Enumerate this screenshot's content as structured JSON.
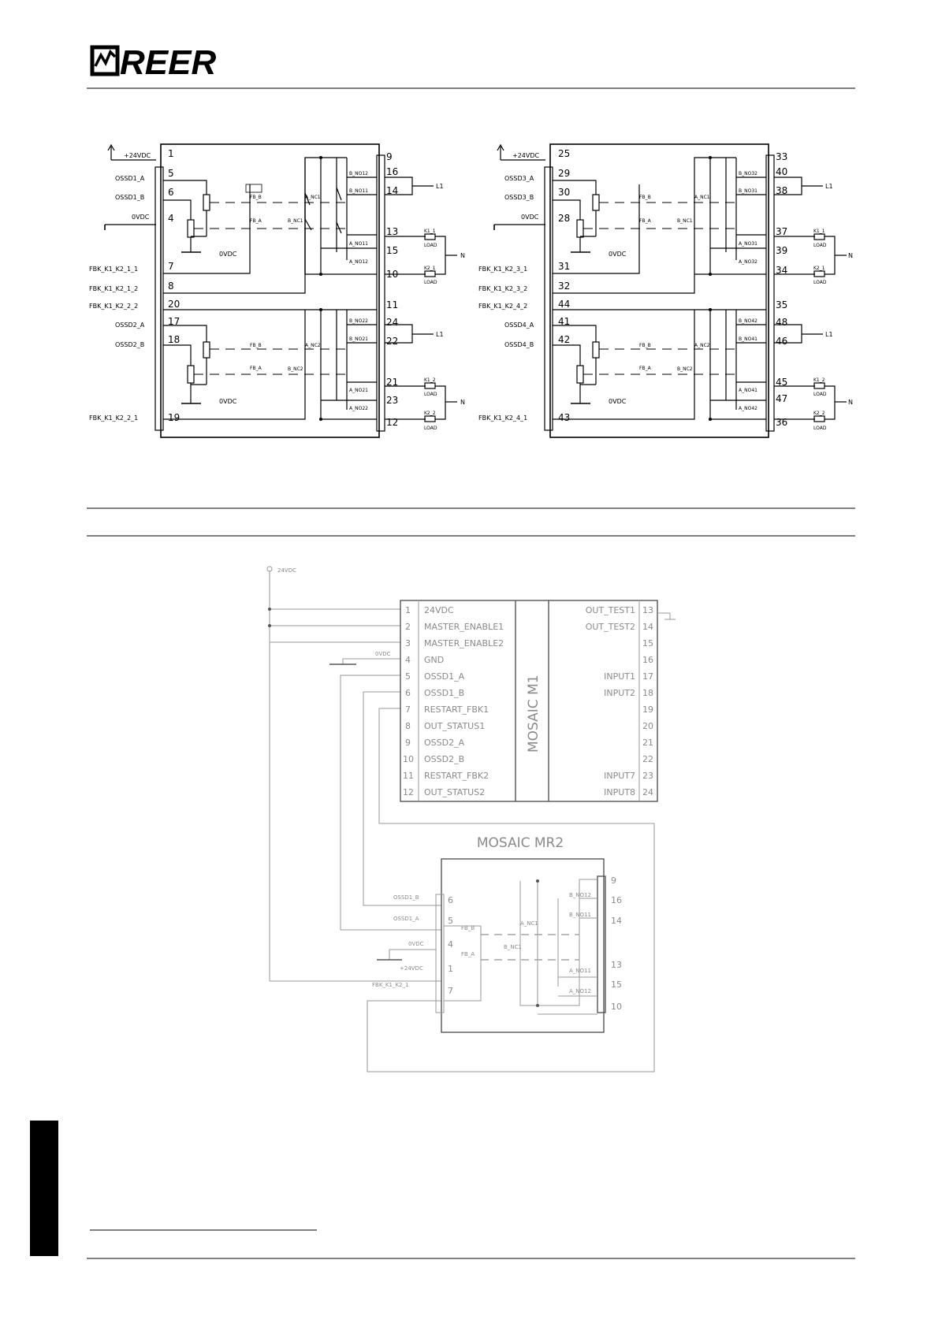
{
  "header": {
    "brand": "REER"
  },
  "diagram_left": {
    "supply": "+24VDC",
    "ground": "0VDC",
    "inputs": [
      {
        "label": "OSSD1_A",
        "pin": "5"
      },
      {
        "label": "OSSD1_B",
        "pin": "6"
      },
      {
        "label": "0VDC",
        "pin": "4"
      },
      {
        "label": "FBK_K1_K2_1_1",
        "pin": "7"
      },
      {
        "label": "FBK_K1_K2_1_2",
        "pin": "8"
      },
      {
        "label": "FBK_K1_K2_2_2",
        "pin": "20"
      },
      {
        "label": "OSSD2_A",
        "pin": "17"
      },
      {
        "label": "OSSD2_B",
        "pin": "18"
      },
      {
        "label": "FBK_K1_K2_2_1",
        "pin": "19"
      }
    ],
    "pin_supply": "1",
    "internal": {
      "fb_b": "FB_B",
      "fb_a": "FB_A",
      "a_nc1": "A_NC1",
      "b_nc1": "B_NC1",
      "a_nc2": "A_NC2",
      "b_nc2": "B_NC2",
      "b_no12": "B_NO12",
      "b_no11": "B_NO11",
      "a_no11": "A_NO11",
      "a_no12": "A_NO12",
      "b_no22": "B_NO22",
      "b_no21": "B_NO21",
      "a_no21": "A_NO21",
      "a_no22": "A_NO22",
      "ovdc": "0VDC"
    },
    "outputs": [
      "9",
      "16",
      "14",
      "13",
      "15",
      "10",
      "11",
      "24",
      "22",
      "21",
      "23",
      "12"
    ],
    "loads": {
      "l1": "L1",
      "n": "N",
      "k1_1": "K1_1",
      "k2_1": "K2_1",
      "k1_2": "K1_2",
      "k2_2": "K2_2",
      "load": "LOAD"
    }
  },
  "diagram_right": {
    "supply": "+24VDC",
    "ground": "0VDC",
    "inputs": [
      {
        "label": "OSSD3_A",
        "pin": "29"
      },
      {
        "label": "OSSD3_B",
        "pin": "30"
      },
      {
        "label": "0VDC",
        "pin": "28"
      },
      {
        "label": "FBK_K1_K2_3_1",
        "pin": "31"
      },
      {
        "label": "FBK_K1_K2_3_2",
        "pin": "32"
      },
      {
        "label": "FBK_K1_K2_4_2",
        "pin": "44"
      },
      {
        "label": "OSSD4_A",
        "pin": "41"
      },
      {
        "label": "OSSD4_B",
        "pin": "42"
      },
      {
        "label": "FBK_K1_K2_4_1",
        "pin": "43"
      }
    ],
    "pin_supply": "25",
    "internal": {
      "fb_b": "FB_B",
      "fb_a": "FB_A",
      "a_nc1": "A_NC1",
      "b_nc1": "B_NC1",
      "a_nc2": "A_NC2",
      "b_nc2": "B_NC2",
      "b_no12": "B_NO32",
      "b_no11": "B_NO31",
      "a_no11": "A_NO31",
      "a_no12": "A_NO32",
      "b_no22": "B_NO42",
      "b_no21": "B_NO41",
      "a_no21": "A_NO41",
      "a_no22": "A_NO42",
      "ovdc": "0VDC"
    },
    "outputs": [
      "33",
      "40",
      "38",
      "37",
      "39",
      "34",
      "35",
      "48",
      "46",
      "45",
      "47",
      "36"
    ],
    "loads": {
      "l1": "L1",
      "n": "N",
      "k1_1": "K1_1",
      "k2_1": "K2_1",
      "k1_2": "K1_2",
      "k2_2": "K2_2",
      "load": "LOAD"
    }
  },
  "mosaic_m1": {
    "supply": "24VDC",
    "gnd_label": "0VDC",
    "title": "MOSAIC M1",
    "left_pins": [
      {
        "num": "1",
        "name": "24VDC"
      },
      {
        "num": "2",
        "name": "MASTER_ENABLE1"
      },
      {
        "num": "3",
        "name": "MASTER_ENABLE2"
      },
      {
        "num": "4",
        "name": "GND"
      },
      {
        "num": "5",
        "name": "OSSD1_A"
      },
      {
        "num": "6",
        "name": "OSSD1_B"
      },
      {
        "num": "7",
        "name": "RESTART_FBK1"
      },
      {
        "num": "8",
        "name": "OUT_STATUS1"
      },
      {
        "num": "9",
        "name": "OSSD2_A"
      },
      {
        "num": "10",
        "name": "OSSD2_B"
      },
      {
        "num": "11",
        "name": "RESTART_FBK2"
      },
      {
        "num": "12",
        "name": "OUT_STATUS2"
      }
    ],
    "right_pins": [
      {
        "num": "13",
        "name": "OUT_TEST1"
      },
      {
        "num": "14",
        "name": "OUT_TEST2"
      },
      {
        "num": "15",
        "name": ""
      },
      {
        "num": "16",
        "name": ""
      },
      {
        "num": "17",
        "name": "INPUT1"
      },
      {
        "num": "18",
        "name": "INPUT2"
      },
      {
        "num": "19",
        "name": ""
      },
      {
        "num": "20",
        "name": ""
      },
      {
        "num": "21",
        "name": ""
      },
      {
        "num": "22",
        "name": ""
      },
      {
        "num": "23",
        "name": "INPUT7"
      },
      {
        "num": "24",
        "name": "INPUT8"
      }
    ]
  },
  "mosaic_mr2": {
    "title": "MOSAIC MR2",
    "inputs": [
      {
        "label": "OSSD1_B",
        "pin": "6"
      },
      {
        "label": "OSSD1_A",
        "pin": "5"
      },
      {
        "label": "0VDC",
        "pin": "4"
      },
      {
        "label": "+24VDC",
        "pin": "1"
      },
      {
        "label": "FBK_K1_K2_1",
        "pin": "7"
      }
    ],
    "internal": {
      "fb_b": "FB_B",
      "fb_a": "FB_A",
      "a_nc1": "A_NC1",
      "b_nc1": "B_NC1",
      "b_no12": "B_NO12",
      "b_no11": "B_NO11",
      "a_no11": "A_NO11",
      "a_no12": "A_NO12"
    },
    "outputs": [
      "9",
      "16",
      "14",
      "13",
      "15",
      "10"
    ]
  }
}
